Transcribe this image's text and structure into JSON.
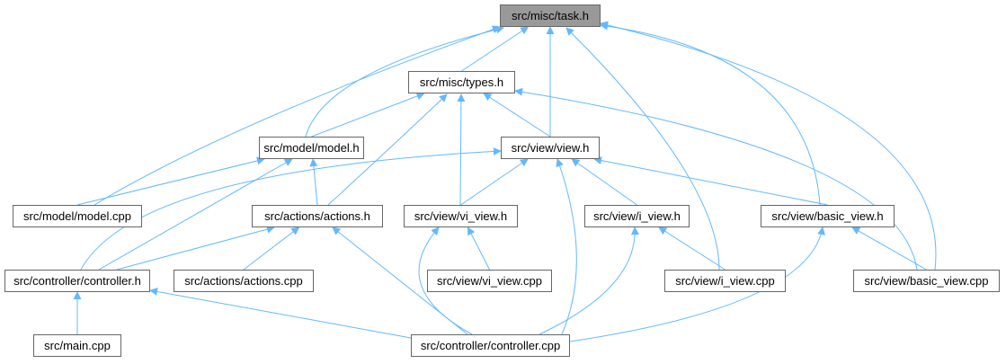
{
  "nodes": {
    "task_h": "src/misc/task.h",
    "types_h": "src/misc/types.h",
    "model_h": "src/model/model.h",
    "view_h": "src/view/view.h",
    "model_cpp": "src/model/model.cpp",
    "actions_h": "src/actions/actions.h",
    "vi_view_h": "src/view/vi_view.h",
    "i_view_h": "src/view/i_view.h",
    "basic_view_h": "src/view/basic_view.h",
    "controller_h": "src/controller/controller.h",
    "actions_cpp": "src/actions/actions.cpp",
    "vi_view_cpp": "src/view/vi_view.cpp",
    "i_view_cpp": "src/view/i_view.cpp",
    "basic_view_cpp": "src/view/basic_view.cpp",
    "main_cpp": "src/main.cpp",
    "controller_cpp": "src/controller/controller.cpp"
  },
  "root": "task_h",
  "colors": {
    "edge": "#63b8ff",
    "root_fill": "#999999",
    "node_border": "#666666"
  },
  "edges": [
    [
      "model_cpp",
      "task_h"
    ],
    [
      "model_h",
      "task_h"
    ],
    [
      "types_h",
      "task_h"
    ],
    [
      "view_h",
      "task_h"
    ],
    [
      "i_view_cpp",
      "task_h"
    ],
    [
      "basic_view_h",
      "task_h"
    ],
    [
      "basic_view_cpp",
      "task_h"
    ],
    [
      "model_h",
      "types_h"
    ],
    [
      "actions_h",
      "types_h"
    ],
    [
      "vi_view_h",
      "types_h"
    ],
    [
      "view_h",
      "types_h"
    ],
    [
      "basic_view_cpp",
      "types_h"
    ],
    [
      "model_cpp",
      "model_h"
    ],
    [
      "controller_h",
      "model_h"
    ],
    [
      "actions_h",
      "model_h"
    ],
    [
      "controller_h",
      "view_h"
    ],
    [
      "vi_view_h",
      "view_h"
    ],
    [
      "controller_cpp",
      "view_h"
    ],
    [
      "i_view_h",
      "view_h"
    ],
    [
      "basic_view_h",
      "view_h"
    ],
    [
      "controller_h",
      "actions_h"
    ],
    [
      "actions_cpp",
      "actions_h"
    ],
    [
      "controller_cpp",
      "actions_h"
    ],
    [
      "vi_view_cpp",
      "vi_view_h"
    ],
    [
      "controller_cpp",
      "vi_view_h"
    ],
    [
      "i_view_cpp",
      "i_view_h"
    ],
    [
      "controller_cpp",
      "i_view_h"
    ],
    [
      "basic_view_cpp",
      "basic_view_h"
    ],
    [
      "controller_cpp",
      "basic_view_h"
    ],
    [
      "main_cpp",
      "controller_h"
    ],
    [
      "controller_cpp",
      "controller_h"
    ]
  ]
}
